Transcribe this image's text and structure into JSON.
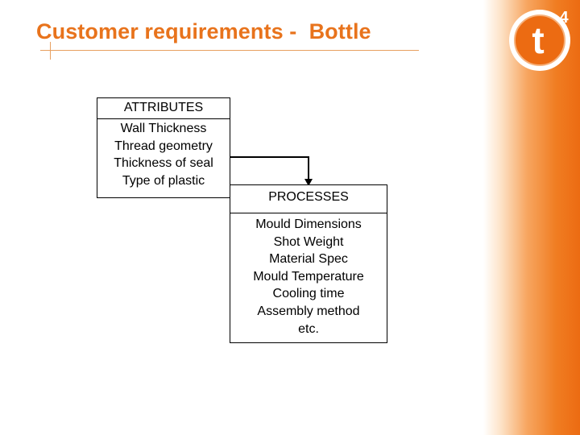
{
  "slide": {
    "title": "Customer requirements -  Bottle",
    "accent_color": "#e8731c",
    "logo": {
      "letter": "t",
      "superscript": "4",
      "color": "#ec6b12"
    }
  },
  "attributes": {
    "header": "ATTRIBUTES",
    "items": [
      "Wall Thickness",
      "Thread geometry",
      "Thickness of seal",
      "Type of plastic"
    ]
  },
  "processes": {
    "header": "PROCESSES",
    "items": [
      "Mould Dimensions",
      "Shot Weight",
      "Material Spec",
      "Mould Temperature",
      "Cooling time",
      "Assembly method",
      "etc."
    ]
  }
}
